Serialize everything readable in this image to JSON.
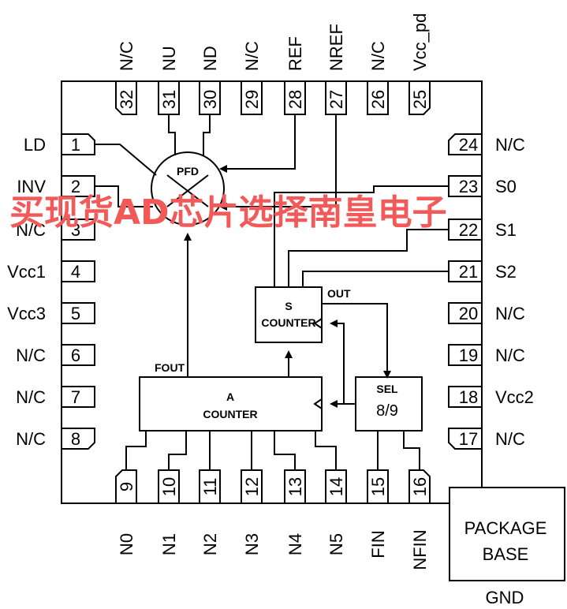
{
  "pins": {
    "left": [
      {
        "num": "1",
        "label": "LD"
      },
      {
        "num": "2",
        "label": "INV"
      },
      {
        "num": "3",
        "label": "N/C"
      },
      {
        "num": "4",
        "label": "Vcc1"
      },
      {
        "num": "5",
        "label": "Vcc3"
      },
      {
        "num": "6",
        "label": "N/C"
      },
      {
        "num": "7",
        "label": "N/C"
      },
      {
        "num": "8",
        "label": "N/C"
      }
    ],
    "right": [
      {
        "num": "24",
        "label": "N/C"
      },
      {
        "num": "23",
        "label": "S0"
      },
      {
        "num": "22",
        "label": "S1"
      },
      {
        "num": "21",
        "label": "S2"
      },
      {
        "num": "20",
        "label": "N/C"
      },
      {
        "num": "19",
        "label": "N/C"
      },
      {
        "num": "18",
        "label": "Vcc2"
      },
      {
        "num": "17",
        "label": "N/C"
      }
    ],
    "top": [
      {
        "num": "32",
        "label": "N/C"
      },
      {
        "num": "31",
        "label": "NU"
      },
      {
        "num": "30",
        "label": "ND"
      },
      {
        "num": "29",
        "label": "N/C"
      },
      {
        "num": "28",
        "label": "REF"
      },
      {
        "num": "27",
        "label": "NREF"
      },
      {
        "num": "26",
        "label": "N/C"
      },
      {
        "num": "25",
        "label": "Vcc_pd"
      }
    ],
    "bottom": [
      {
        "num": "9",
        "label": "N0"
      },
      {
        "num": "10",
        "label": "N1"
      },
      {
        "num": "11",
        "label": "N2"
      },
      {
        "num": "12",
        "label": "N3"
      },
      {
        "num": "13",
        "label": "N4"
      },
      {
        "num": "14",
        "label": "N5"
      },
      {
        "num": "15",
        "label": "FIN"
      },
      {
        "num": "16",
        "label": "NFIN"
      }
    ]
  },
  "blocks": {
    "pfd": "PFD",
    "s_counter_line1": "S",
    "s_counter_line2": "COUNTER",
    "a_counter_line1": "A",
    "a_counter_line2": "COUNTER",
    "sel_line1": "SEL",
    "sel_line2": "8/9"
  },
  "signals": {
    "fout": "FOUT",
    "out": "OUT"
  },
  "package": {
    "line1": "PACKAGE",
    "line2": "BASE",
    "gnd": "GND"
  },
  "watermark": "买现货AD芯片选择南皇电子"
}
